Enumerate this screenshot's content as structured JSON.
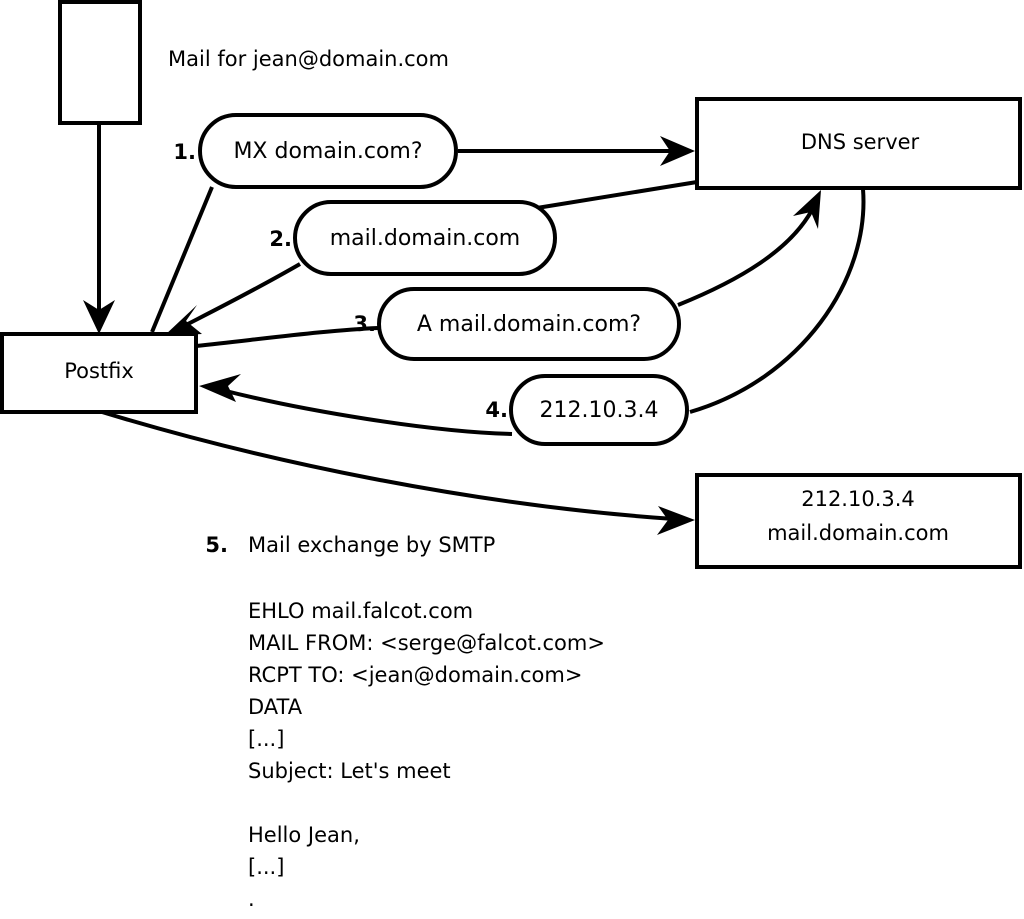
{
  "diagram": {
    "title_note": "Mail for jean@domain.com",
    "nodes": [
      {
        "id": "client",
        "label": "",
        "kind": "rect"
      },
      {
        "id": "postfix",
        "label": "Postfix",
        "kind": "rect"
      },
      {
        "id": "dns",
        "label": "DNS server",
        "kind": "rect"
      },
      {
        "id": "mailserver",
        "label_line1": "212.10.3.4",
        "label_line2": "mail.domain.com",
        "kind": "rect"
      }
    ],
    "steps": [
      {
        "num": "1.",
        "label": "MX domain.com?"
      },
      {
        "num": "2.",
        "label": "mail.domain.com"
      },
      {
        "num": "3.",
        "label": "A mail.domain.com?"
      },
      {
        "num": "4.",
        "label": "212.10.3.4"
      },
      {
        "num": "5.",
        "label": "Mail exchange by SMTP"
      }
    ],
    "smtp_transcript": [
      "EHLO mail.falcot.com",
      "MAIL FROM: <serge@falcot.com>",
      "RCPT TO: <jean@domain.com>",
      "DATA",
      "[...]",
      "Subject: Let's meet",
      "",
      "Hello Jean,",
      "[...]",
      "."
    ],
    "colors": {
      "stroke": "#000000",
      "fill": "#ffffff",
      "text": "#000000"
    }
  }
}
